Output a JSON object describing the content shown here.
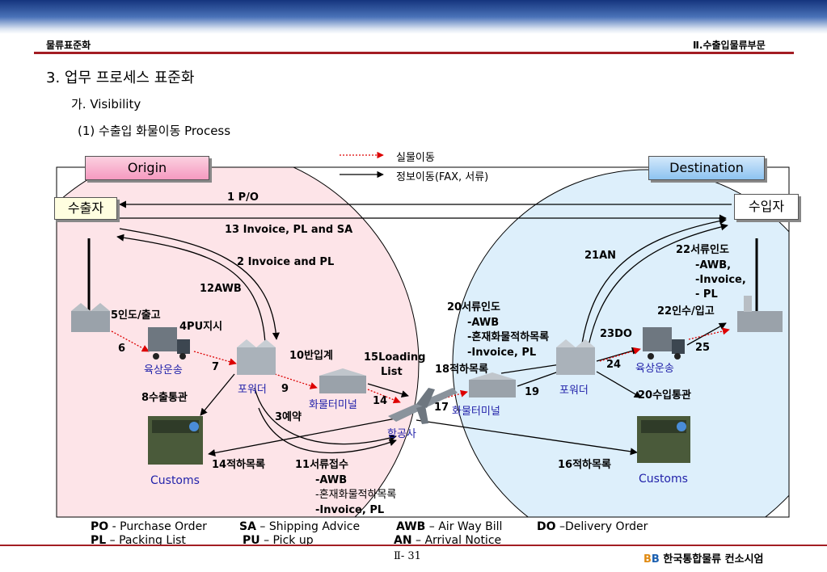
{
  "header": {
    "left": "물류표준화",
    "right": "Ⅱ.수출입물류부문"
  },
  "titles": {
    "h1": "3. 업무 프로세스 표준화",
    "h2": "가. Visibility",
    "h3": "(1) 수출입 화물이동 Process"
  },
  "legend_top": {
    "physical": "실물이동",
    "info": "정보이동(FAX, 서류)"
  },
  "regions": {
    "origin": "Origin",
    "destination": "Destination"
  },
  "parties": {
    "exporter": "수출자",
    "importer": "수입자"
  },
  "flows": {
    "f1": "1 P/O",
    "f13": "13 Invoice, PL and SA",
    "f2": "2 Invoice and PL",
    "f12": "12AWB",
    "f5": "5인도/출고",
    "f4": "4PU지시",
    "f6": "6",
    "f7": "7",
    "f10": "10반입계",
    "f9": "9",
    "f15a": "15Loading",
    "f15b": "List",
    "f14a": "14",
    "f8": "8수출통관",
    "f3": "3예약",
    "f14b": "14적하목록",
    "f11": "11서류접수",
    "f11a": "-AWB",
    "f11b": "-혼재화물적하목록",
    "f11c": "-Invoice, PL",
    "f20": "20서류인도",
    "f20a": "-AWB",
    "f20b": "-혼재화물적하목록",
    "f20c": "-Invoice, PL",
    "f18": "18적하목록",
    "f17": "17",
    "f19": "19",
    "f21": "21AN",
    "f22a": "22서류인도",
    "f22a1": "-AWB,",
    "f22a2": "-Invoice,",
    "f22a3": "- PL",
    "f22b": "22인수/입고",
    "f23": "23DO",
    "f24": "24",
    "f25": "25",
    "f20b2": "20수입통관",
    "f16": "16적하목록"
  },
  "nodes": {
    "truck_origin": "육상운송",
    "forwarder_origin": "포워더",
    "terminal_origin": "화물터미널",
    "airline": "항공사",
    "terminal_dest": "화물터미널",
    "forwarder_dest": "포워더",
    "truck_dest": "육상운송",
    "customs_origin": "Customs",
    "customs_dest": "Customs"
  },
  "legend_bottom": [
    {
      "abbr": "PO",
      "sep": " - ",
      "text": "Purchase Order"
    },
    {
      "abbr": "SA",
      "sep": " – ",
      "text": "Shipping Advice"
    },
    {
      "abbr": "AWB",
      "sep": " – ",
      "text": "Air Way Bill"
    },
    {
      "abbr": "DO",
      "sep": " –",
      "text": "Delivery Order"
    },
    {
      "abbr": "PL",
      "sep": " – ",
      "text": "Packing List"
    },
    {
      "abbr": "PU",
      "sep": " – ",
      "text": "Pick up"
    },
    {
      "abbr": "AN",
      "sep": " – ",
      "text": "Arrival Notice"
    }
  ],
  "footer": {
    "page": "Ⅱ- 31",
    "brand": "한국통합물류 컨소시엄"
  },
  "colors": {
    "accent_red": "#a31d23",
    "origin_fill": "#fde4e8",
    "dest_fill": "#ddeffb",
    "node_blue": "#2222aa"
  }
}
